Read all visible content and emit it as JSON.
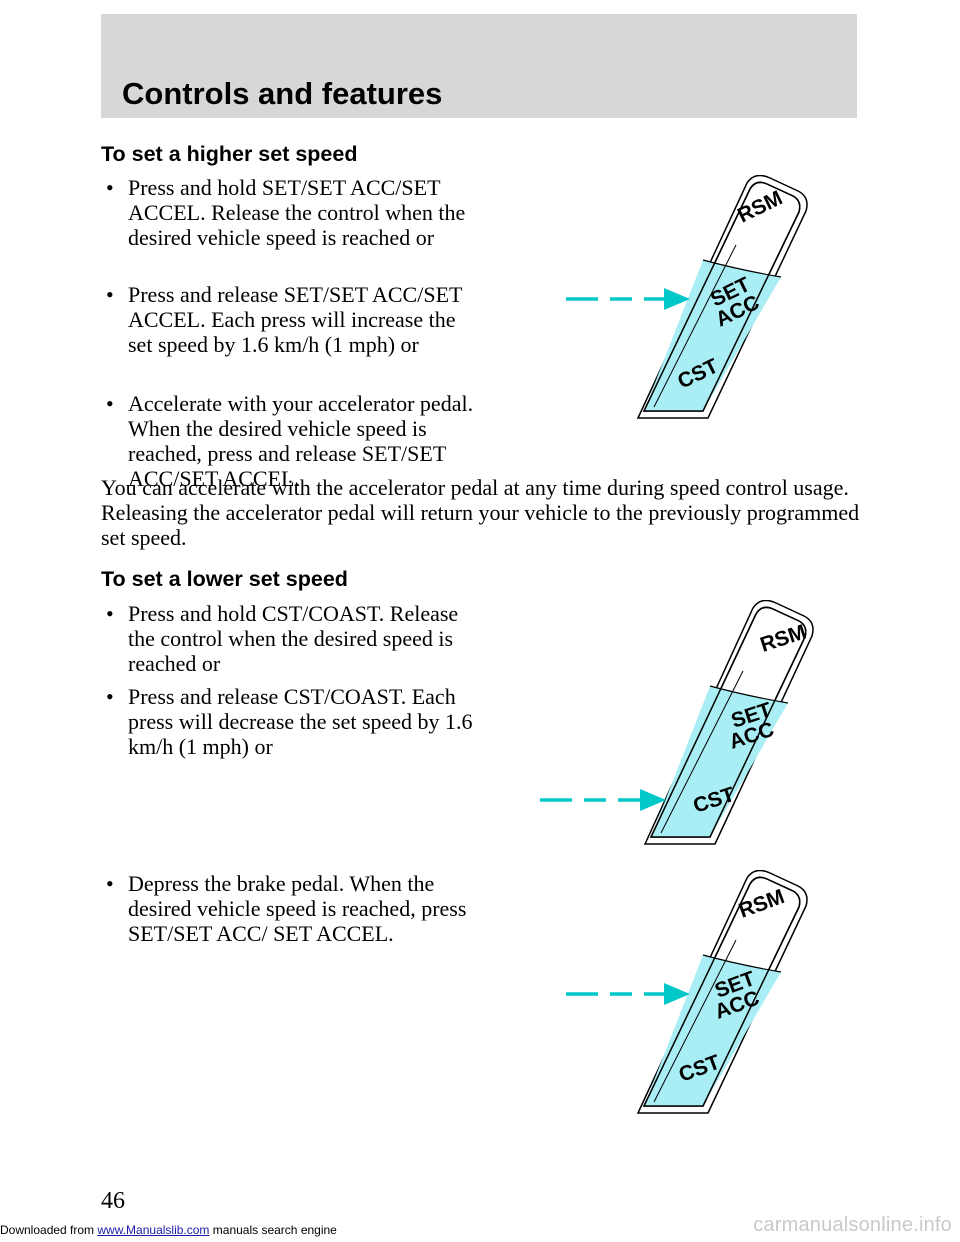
{
  "header": {
    "title": "Controls and features"
  },
  "section_higher": {
    "heading": "To set a higher set speed",
    "bullets": [
      {
        "symbol": "•",
        "text": "Press and hold SET/SET ACC/SET ACCEL. Release the control when the desired vehicle speed is reached or"
      },
      {
        "symbol": "•",
        "text": "Press and release SET/SET ACC/SET ACCEL. Each press will increase the set speed by 1.6 km/h (1 mph) or"
      },
      {
        "symbol": "•",
        "text": "Accelerate with your accelerator pedal. When the desired vehicle speed is reached, press and release SET/SET ACC/SET ACCEL."
      }
    ],
    "paragraph": "You can accelerate with the accelerator pedal at any time during speed control usage. Releasing the accelerator pedal will return your vehicle to the previously programmed set speed."
  },
  "section_lower": {
    "heading": "To set a lower set speed",
    "bullets": [
      {
        "symbol": "•",
        "text": "Press and hold CST/COAST. Release the control when the desired speed is reached or"
      },
      {
        "symbol": "•",
        "text": "Press and release CST/COAST. Each press will decrease the set speed by 1.6 km/h (1 mph) or"
      },
      {
        "symbol": "•",
        "text": "Depress the brake pedal. When the desired vehicle speed is reached, press SET/SET ACC/ SET ACCEL."
      }
    ]
  },
  "switch_labels": {
    "top": "RSM",
    "middle_line1": "SET",
    "middle_line2": "ACC",
    "bottom": "CST"
  },
  "colors": {
    "switch_fill": "#a9eef4",
    "arrow": "#00c8c8",
    "header_band": "#d7d7d7"
  },
  "page_number": "46",
  "footer": {
    "prefix": "Downloaded from ",
    "link": "www.Manualslib.com",
    "suffix": " manuals search engine",
    "watermark": "carmanualsonline.info"
  }
}
